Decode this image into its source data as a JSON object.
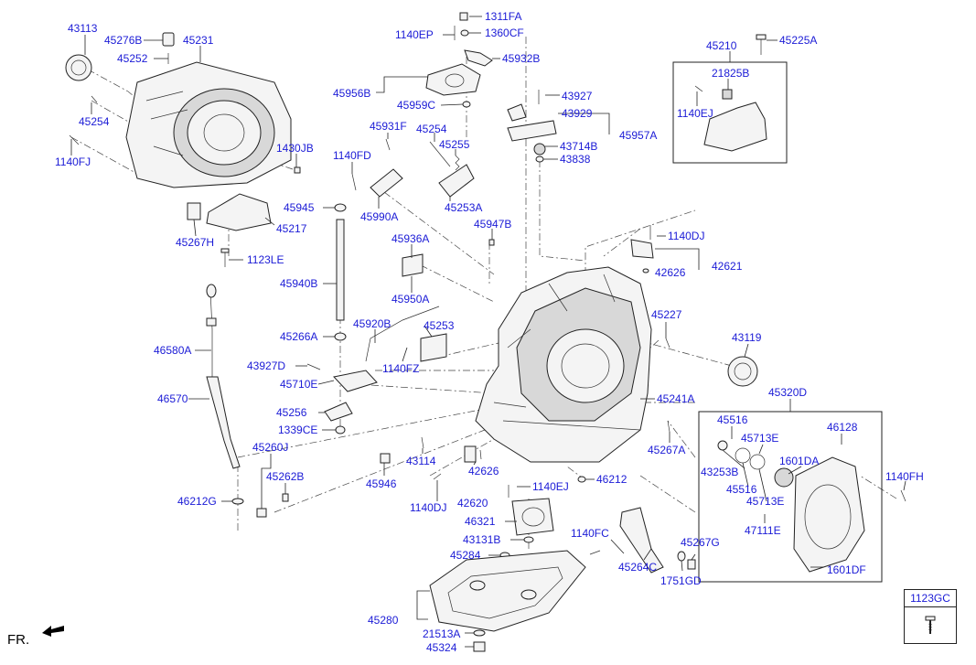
{
  "labels": {
    "p43113": "43113",
    "p45276B": "45276B",
    "p45231": "45231",
    "p45252": "45252",
    "p45254a": "45254",
    "p1140FJ": "1140FJ",
    "p1430JB": "1430JB",
    "p45217": "45217",
    "p45267H": "45267H",
    "p1123LE": "1123LE",
    "p1311FA": "1311FA",
    "p1140EP": "1140EP",
    "p1360CF": "1360CF",
    "p45932B": "45932B",
    "p45956B": "45956B",
    "p45959C": "45959C",
    "p43927a": "43927",
    "p43929": "43929",
    "p45957A": "45957A",
    "p43714B": "43714B",
    "p43838": "43838",
    "p45931F": "45931F",
    "p45254b": "45254",
    "p45255": "45255",
    "p1140FD": "1140FD",
    "p45253A": "45253A",
    "p45990A": "45990A",
    "p45945": "45945",
    "p45947B": "45947B",
    "p45936A": "45936A",
    "p45950A": "45950A",
    "p45940B": "45940B",
    "p45266A": "45266A",
    "p45920B": "45920B",
    "p45253": "45253",
    "p1140FZ": "1140FZ",
    "p43927D": "43927D",
    "p45710E": "45710E",
    "p45256": "45256",
    "p1339CE": "1339CE",
    "p46580A": "46580A",
    "p46570": "46570",
    "p45260J": "45260J",
    "p45262B": "45262B",
    "p46212Ga": "46212G",
    "p45946": "45946",
    "p43114": "43114",
    "p1140DJa": "1140DJ",
    "p42626a": "42626",
    "p42620": "42620",
    "p1140EJa": "1140EJ",
    "p46212b": "46212",
    "p46321": "46321",
    "p43131B": "43131B",
    "p45284": "45284",
    "p1140FC": "1140FC",
    "p45264C": "45264C",
    "p45267G": "45267G",
    "p1751GD": "1751GD",
    "p45280": "45280",
    "p21513A": "21513A",
    "p45324": "45324",
    "p45241A": "45241A",
    "p45267A": "45267A",
    "p45210": "45210",
    "p45225A": "45225A",
    "p21825B": "21825B",
    "p1140EJb": "1140EJ",
    "p1140DJb": "1140DJ",
    "p42621": "42621",
    "p42626b": "42626",
    "p45227": "45227",
    "p43119": "43119",
    "p45320D": "45320D",
    "p45516a": "45516",
    "p45713Ea": "45713E",
    "p46128": "46128",
    "p43253B": "43253B",
    "p1601DA": "1601DA",
    "p45516b": "45516",
    "p45713Eb": "45713E",
    "p47111E": "47111E",
    "p1601DF": "1601DF",
    "p1140FH": "1140FH"
  },
  "legend": {
    "code": "1123GC",
    "icon": "bolt-icon"
  },
  "orientation": {
    "label": "FR.",
    "icon": "front-arrow-icon"
  },
  "colors": {
    "label_blue": "#1b1bd6",
    "line": "#222222"
  }
}
